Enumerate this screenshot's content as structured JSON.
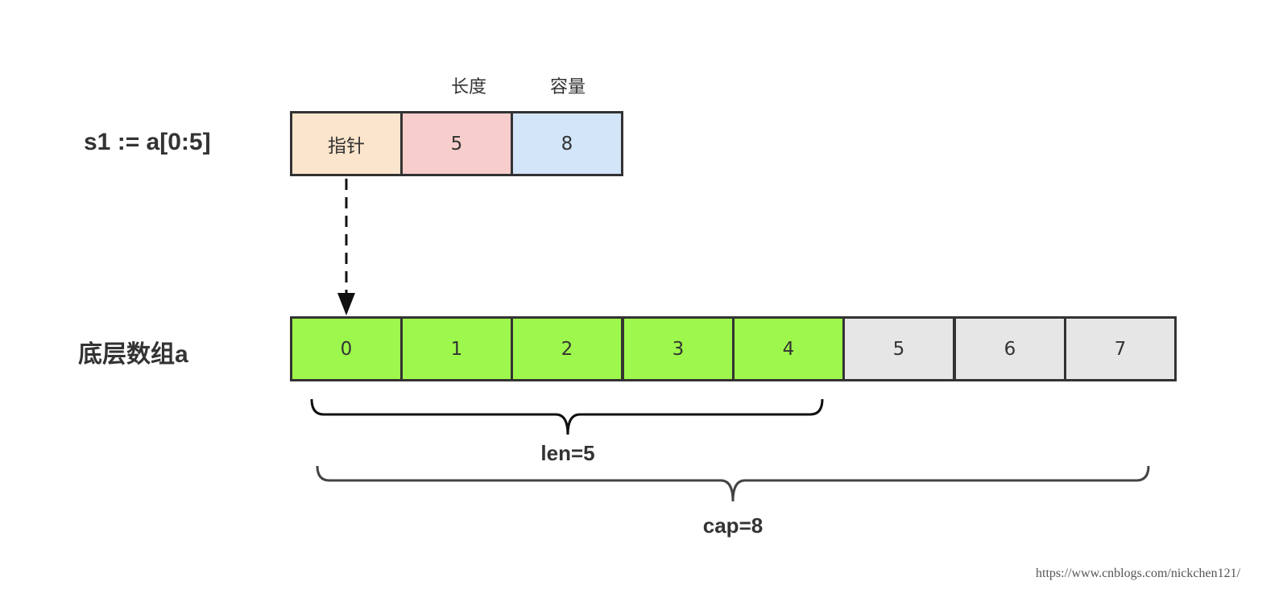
{
  "slice_expr": "s1 := a[0:5]",
  "slice_header": {
    "headers": {
      "length": "长度",
      "capacity": "容量"
    },
    "pointer": "指针",
    "length_value": "5",
    "capacity_value": "8"
  },
  "array": {
    "label": "底层数组a",
    "cells": [
      "0",
      "1",
      "2",
      "3",
      "4",
      "5",
      "6",
      "7"
    ]
  },
  "braces": {
    "len": "len=5",
    "cap": "cap=8"
  },
  "colors": {
    "pointer": "#fbe5cc",
    "length": "#f8cecc",
    "capacity": "#d3e5f9",
    "in_slice": "#9ef74c",
    "beyond_len": "#e6e6e6"
  },
  "watermark": "https://www.cnblogs.com/nickchen121/"
}
